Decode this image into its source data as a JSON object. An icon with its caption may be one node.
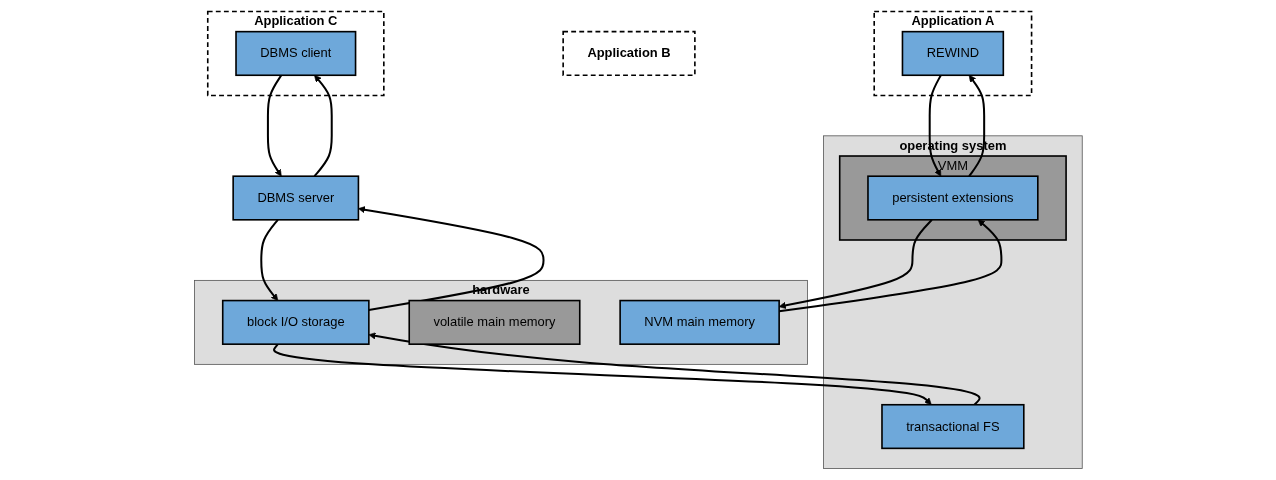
{
  "diagram": {
    "nodes": [
      {
        "text": [
          "Application A"
        ]
      },
      {
        "text": [
          "REWIND"
        ],
        "in": 0
      },
      {
        "text": [
          "Application B"
        ]
      },
      {
        "text": [
          "Application C"
        ]
      },
      {
        "text": [
          "DBMS client"
        ],
        "in": 3
      },
      {
        "text": [
          "DBMS server"
        ]
      },
      {
        "text": [
          "operating system"
        ]
      },
      {
        "text": [
          "VMM"
        ],
        "in": 6
      },
      {
        "text": [
          "persistent extensions"
        ],
        "in": 7
      },
      {
        "text": [
          "transactional FS"
        ],
        "in": 6
      },
      {
        "text": [
          "hardware"
        ]
      },
      {
        "text": [
          "NVM main memory"
        ],
        "in": 10
      },
      {
        "text": [
          "volatile main memory"
        ],
        "in": 10
      },
      {
        "text": [
          "block I/O storage"
        ],
        "in": 10
      }
    ],
    "edges": [
      {
        "from": 8,
        "to": 1,
        "arrow": "to"
      },
      {
        "from": 1,
        "to": 8,
        "arrow": "to"
      },
      {
        "from": 11,
        "to": 8,
        "arrow": "to"
      },
      {
        "from": 8,
        "to": 11,
        "arrow": "to"
      },
      {
        "from": 13,
        "to": 9,
        "arrow": "to"
      },
      {
        "from": 9,
        "to": 13,
        "arrow": "to"
      },
      {
        "from": 4,
        "to": 5,
        "arrow": "to"
      },
      {
        "from": 5,
        "to": 4,
        "arrow": "to"
      },
      {
        "from": 13,
        "to": 5,
        "arrow": "to"
      },
      {
        "from": 5,
        "to": 13,
        "arrow": "to"
      }
    ]
  }
}
